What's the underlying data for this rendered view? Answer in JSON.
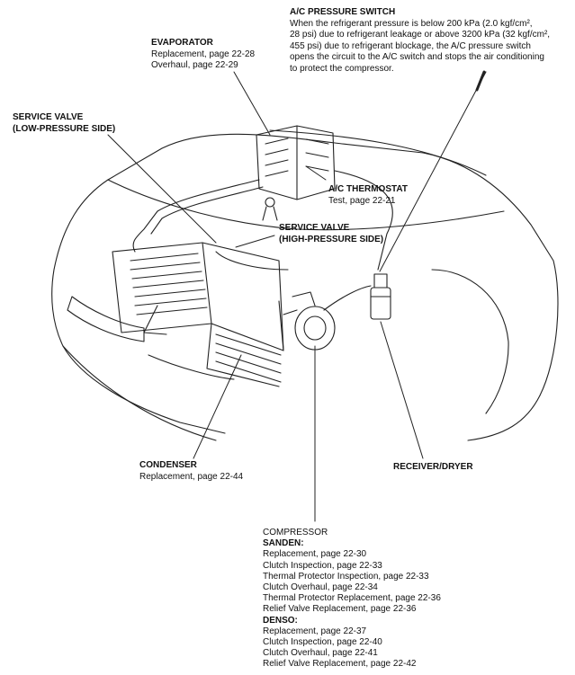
{
  "labels": {
    "ac_pressure_switch": {
      "title": "A/C PRESSURE SWITCH",
      "lines": [
        "When the refrigerant pressure is below 200 kPa (2.0 kgf/cm²,",
        "28 psi) due to refrigerant leakage or above 3200 kPa (32 kgf/cm²,",
        "455 psi) due to refrigerant blockage, the A/C pressure switch",
        "opens the circuit to the A/C switch and stops the air conditioning",
        "to protect the compressor."
      ]
    },
    "evaporator": {
      "title": "EVAPORATOR",
      "lines": [
        "Replacement, page 22-28",
        "Overhaul, page 22-29"
      ]
    },
    "service_valve_low": {
      "title_lines": [
        "SERVICE VALVE",
        "(LOW-PRESSURE SIDE)"
      ]
    },
    "ac_thermostat": {
      "title": "A/C THERMOSTAT",
      "lines": [
        "Test, page 22-21"
      ]
    },
    "service_valve_high": {
      "title_lines": [
        "SERVICE VALVE",
        "(HIGH-PRESSURE SIDE)"
      ]
    },
    "condenser": {
      "title": "CONDENSER",
      "lines": [
        "Replacement, page 22-44"
      ]
    },
    "receiver_dryer": {
      "title": "RECEIVER/DRYER"
    },
    "compressor": {
      "title": "COMPRESSOR",
      "sanden_heading": "SANDEN:",
      "sanden_lines": [
        "Replacement, page 22-30",
        "Clutch Inspection, page 22-33",
        "Thermal Protector Inspection, page 22-33",
        "Clutch Overhaul, page 22-34",
        "Thermal Protector Replacement, page 22-36",
        "Relief Valve Replacement, page 22-36"
      ],
      "denso_heading": "DENSO:",
      "denso_lines": [
        "Replacement, page 22-37",
        "Clutch Inspection, page 22-40",
        "Clutch Overhaul, page 22-41",
        "Relief Valve Replacement, page 22-42"
      ]
    }
  }
}
